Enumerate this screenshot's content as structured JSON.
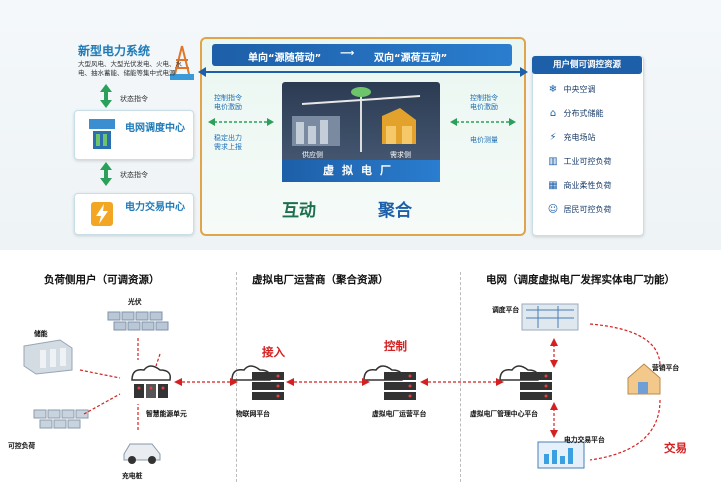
{
  "top": {
    "left_column": {
      "title": "新型电力系统",
      "subtitle": "大型风电、大型光伏发电、火电、水电、抽水蓄能、储能等集中式电源",
      "state_cmd_1": "状态指令",
      "dispatch_center": "电网调度中心",
      "state_cmd_2": "状态指令",
      "trading_center": "电力交易中心"
    },
    "center": {
      "banner_left": "单向“源随荷动”",
      "banner_right": "双向“源荷互动”",
      "vpp": "虚拟电厂",
      "supply_side": "供应侧",
      "demand_side": "需求侧",
      "left_labels": [
        "控制指令",
        "电价激励",
        "稳定出力",
        "需求上报"
      ],
      "right_labels": [
        "控制指令",
        "电价激励",
        "电价测量"
      ],
      "word_interact": "互动",
      "word_aggregate": "聚合"
    },
    "right_panel": {
      "title": "用户侧可调控资源",
      "items": [
        {
          "icon": "❄",
          "label": "中央空调"
        },
        {
          "icon": "⌂",
          "label": "分布式储能"
        },
        {
          "icon": "⚡",
          "label": "充电场站"
        },
        {
          "icon": "▥",
          "label": "工业可控负荷"
        },
        {
          "icon": "▦",
          "label": "商业柔性负荷"
        },
        {
          "icon": "☺",
          "label": "居民可控负荷"
        }
      ]
    }
  },
  "bottom": {
    "section_left": "负荷侧用户（可调资源）",
    "section_mid": "虚拟电厂运营商（聚合资源）",
    "section_right": "电网（调度虚拟电厂发挥实体电厂功能）",
    "pv": "光伏",
    "storage": "储能",
    "controllable_load": "可控负荷",
    "charging_pile": "充电桩",
    "smart_unit": "智慧能源单元",
    "iot_platform": "物联网平台",
    "vpp_ops_platform": "虚拟电厂运营平台",
    "vpp_mgmt_center": "虚拟电厂管理中心平台",
    "dispatch_platform": "调度平台",
    "marketing_platform": "营销平台",
    "trading_platform": "电力交易平台",
    "access": "接入",
    "control": "控制",
    "trade": "交易"
  }
}
